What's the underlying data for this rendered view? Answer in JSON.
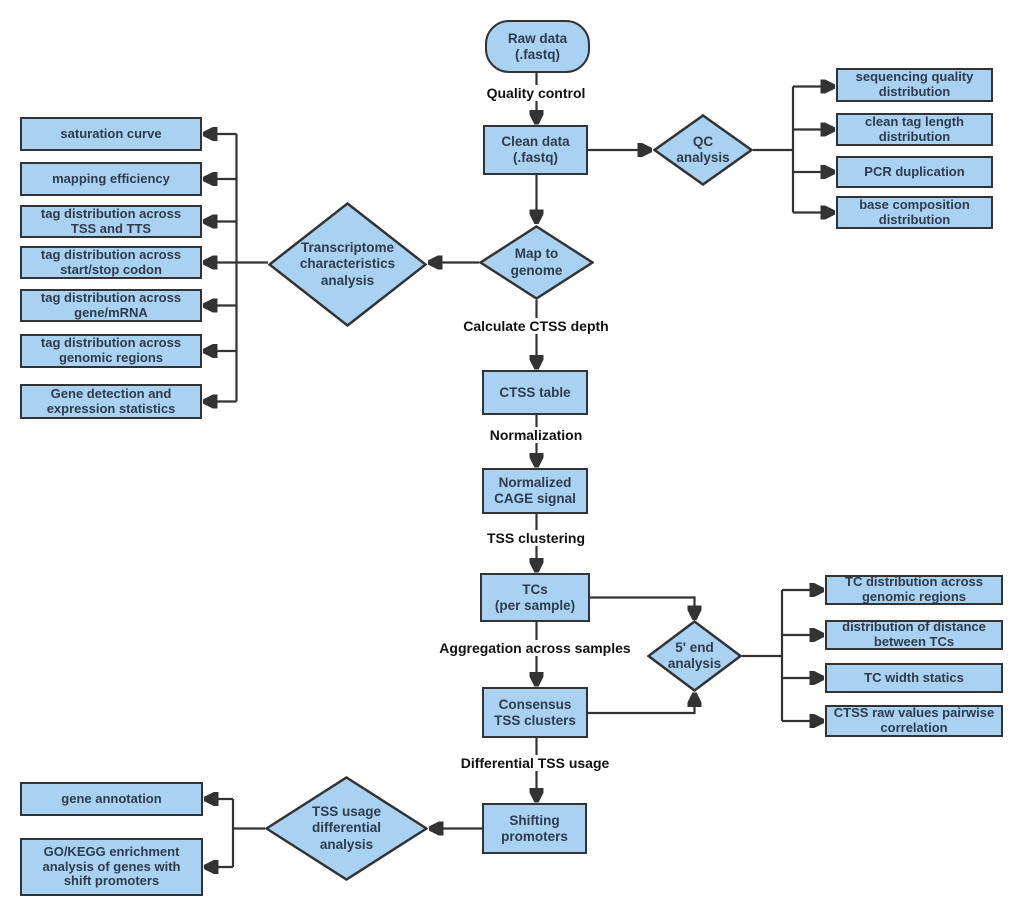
{
  "colors": {
    "node_fill": "#a9d2f2",
    "node_border": "#333333",
    "node_text": "#2f3b4d",
    "edge": "#333333",
    "label_text": "#111111",
    "background": "#ffffff"
  },
  "nodes": {
    "raw_data": "Raw data\n(.fastq)",
    "clean_data": "Clean data\n(.fastq)",
    "qc_analysis": "QC\nanalysis",
    "map_to_genome": "Map to\ngenome",
    "transcriptome_analysis": "Transcriptome\ncharacteristics\nanalysis",
    "ctss_table": "CTSS table",
    "normalized_cage_signal": "Normalized\nCAGE signal",
    "tcs_per_sample": "TCs\n(per sample)",
    "consensus_tss_clusters": "Consensus\nTSS clusters",
    "five_prime_end_analysis": "5' end\nanalysis",
    "shifting_promoters": "Shifting\npromoters",
    "tss_usage_differential_analysis": "TSS usage\ndifferential\nanalysis"
  },
  "edge_labels": {
    "quality_control": "Quality control",
    "calculate_ctss_depth": "Calculate CTSS depth",
    "normalization": "Normalization",
    "tss_clustering": "TSS clustering",
    "aggregation_across_samples": "Aggregation across samples",
    "differential_tss_usage": "Differential TSS usage"
  },
  "qc_outputs": [
    "sequencing quality\ndistribution",
    "clean tag length\ndistribution",
    "PCR duplication",
    "base composition\ndistribution"
  ],
  "transcriptome_outputs": [
    "saturation curve",
    "mapping efficiency",
    "tag distribution across\nTSS and TTS",
    "tag distribution across\nstart/stop codon",
    "tag distribution across\ngene/mRNA",
    "tag distribution across\ngenomic regions",
    "Gene detection and\nexpression statistics"
  ],
  "five_prime_end_outputs": [
    "TC distribution across\ngenomic regions",
    "distribution of distance\nbetween TCs",
    "TC width statics",
    "CTSS raw values pairwise\ncorrelation"
  ],
  "shift_promoter_outputs": [
    "gene annotation",
    "GO/KEGG enrichment\nanalysis of genes with\nshift promoters"
  ]
}
